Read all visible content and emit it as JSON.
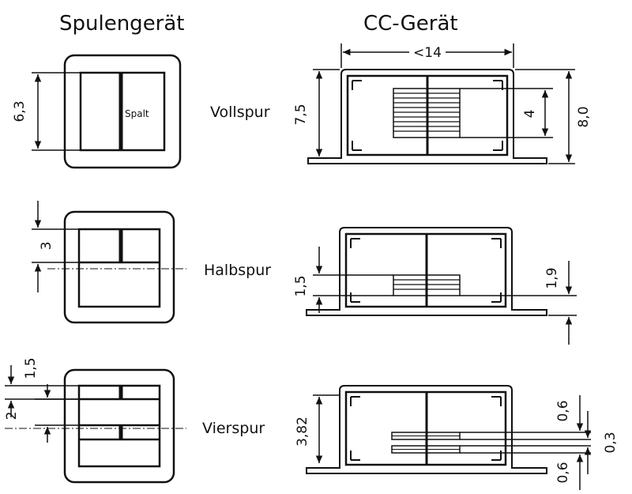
{
  "headings": {
    "left": "Spulengerät",
    "right": "CC-Gerät"
  },
  "rows": {
    "voll": {
      "label": "Vollspur"
    },
    "halb": {
      "label": "Halbspur"
    },
    "vier": {
      "label": "Vierspur"
    }
  },
  "annotations": {
    "spalt": "Spalt",
    "voll_reel_height": "6,3",
    "voll_cc_width": "<14",
    "voll_cc_75": "7,5",
    "voll_cc_4": "4",
    "voll_cc_80": "8,0",
    "halb_reel_3": "3",
    "halb_cc_15": "1,5",
    "halb_cc_19": "1,9",
    "vier_reel_15": "1,5",
    "vier_reel_2": "2",
    "vier_cc_382": "3,82",
    "vier_cc_06a": "0,6",
    "vier_cc_03": "0,3",
    "vier_cc_06b": "0,6"
  },
  "colors": {
    "line": "#111111",
    "paper": "#ffffff"
  }
}
